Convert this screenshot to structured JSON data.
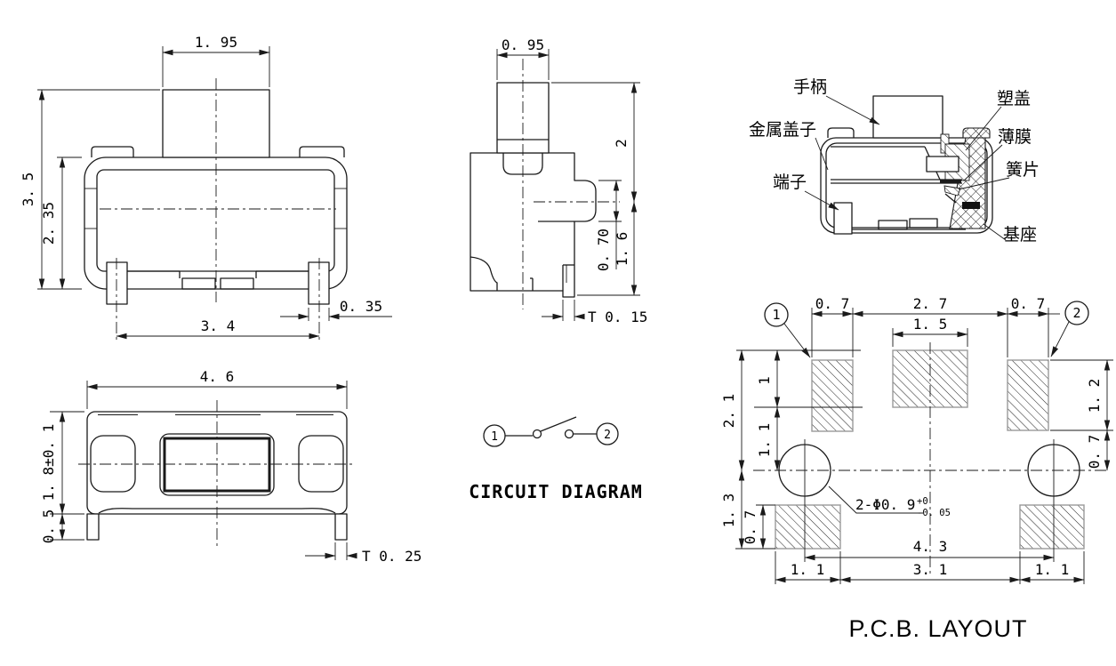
{
  "ink": "#1a1a1a",
  "pad_outline_color": "#999999",
  "front_view": {
    "dim_knob_width": "1. 95",
    "dim_total_height": "3. 5",
    "dim_body_height": "2. 35",
    "dim_leg_span": "3. 4",
    "dim_leg_width": "0. 35"
  },
  "side_view": {
    "dim_knob_width": "0. 95",
    "dim_upper_height": "2",
    "dim_boss_height": "0. 70",
    "dim_lower_height": "1. 6",
    "dim_terminal_thickness": "T 0. 15"
  },
  "section_view": {
    "label_handle": "手柄",
    "label_metal_cover": "金属盖子",
    "label_terminal": "端子",
    "label_plastic_cover": "塑盖",
    "label_film": "薄膜",
    "label_spring": "簧片",
    "label_base": "基座"
  },
  "bottom_view": {
    "dim_total_width": "4. 6",
    "dim_body_depth": "1. 8±0. 1",
    "dim_leg_length": "0. 5",
    "dim_terminal_thickness": "T 0. 25"
  },
  "circuit": {
    "terminal_1": "1",
    "terminal_2": "2",
    "title": "CIRCUIT DIAGRAM"
  },
  "pcb": {
    "callout_1": "1",
    "callout_2": "2",
    "dim_pad1_width": "0. 7",
    "dim_pads_gap": "2. 7",
    "dim_pad2_width": "0. 7",
    "dim_center_pad_width": "1. 5",
    "dim_total_height": "2. 1",
    "dim_center_pad_height": "1",
    "dim_pad_to_center": "1. 1",
    "dim_below_center": "1. 3",
    "dim_bottom_pad_height": "0. 7",
    "dim_pad2_height": "1. 2",
    "dim_pad2_to_center": "0. 7",
    "hole_note_main": "2-Φ0. 9",
    "hole_note_sup": "+0",
    "hole_note_sub": "-0. 05",
    "dim_hole_span": "4. 3",
    "dim_bottom_left_pad": "1. 1",
    "dim_bottom_gap": "3. 1",
    "dim_bottom_right_pad": "1. 1",
    "title": "P.C.B. LAYOUT"
  }
}
